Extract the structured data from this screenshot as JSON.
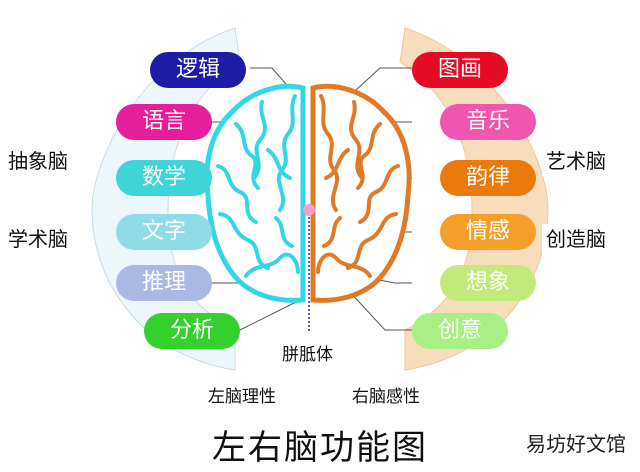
{
  "title": "左右脑功能图",
  "left_brain": {
    "label": "左脑理性",
    "color": "#33d6e4",
    "functions": [
      {
        "text": "逻辑",
        "color": "#1c1ca6"
      },
      {
        "text": "语言",
        "color": "#e61e9b"
      },
      {
        "text": "数学",
        "color": "#3fd4d8"
      },
      {
        "text": "文字",
        "color": "#8fdbe6"
      },
      {
        "text": "推理",
        "color": "#a9b9e3"
      },
      {
        "text": "分析",
        "color": "#34d12e"
      }
    ],
    "categories": [
      "抽象脑",
      "学术脑"
    ]
  },
  "right_brain": {
    "label": "右脑感性",
    "color": "#e07a28",
    "functions": [
      {
        "text": "图画",
        "color": "#e60b24"
      },
      {
        "text": "音乐",
        "color": "#f055b0"
      },
      {
        "text": "韵律",
        "color": "#ea7a0a"
      },
      {
        "text": "情感",
        "color": "#f59f2a"
      },
      {
        "text": "想象",
        "color": "#c2ea7a"
      },
      {
        "text": "创意",
        "color": "#a8ef86"
      }
    ],
    "categories": [
      "艺术脑",
      "创造脑"
    ]
  },
  "corpus_callosum": "胼胝体",
  "watermark": "易坊好文馆"
}
